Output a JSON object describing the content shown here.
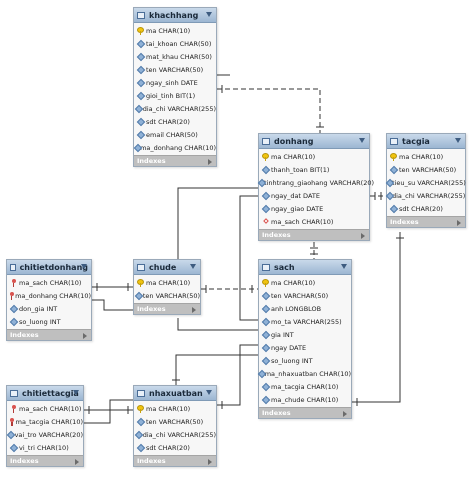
{
  "diagram": {
    "indexes_label": "Indexes",
    "tables": [
      {
        "id": "khachhang",
        "name": "khachhang",
        "columns": [
          {
            "label": "ma CHAR(10)",
            "key": "pk"
          },
          {
            "label": "tai_khoan CHAR(50)",
            "key": "col"
          },
          {
            "label": "mat_khau CHAR(50)",
            "key": "col"
          },
          {
            "label": "ten VARCHAR(50)",
            "key": "col"
          },
          {
            "label": "ngay_sinh DATE",
            "key": "col"
          },
          {
            "label": "gioi_tinh BIT(1)",
            "key": "col"
          },
          {
            "label": "dia_chi VARCHAR(255)",
            "key": "col"
          },
          {
            "label": "sdt CHAR(20)",
            "key": "col"
          },
          {
            "label": "email CHAR(50)",
            "key": "col"
          },
          {
            "label": "ma_donhang CHAR(10)",
            "key": "col"
          }
        ]
      },
      {
        "id": "donhang",
        "name": "donhang",
        "columns": [
          {
            "label": "ma CHAR(10)",
            "key": "pk"
          },
          {
            "label": "thanh_toan BIT(1)",
            "key": "col"
          },
          {
            "label": "tinhtrang_giaohang VARCHAR(20)",
            "key": "col"
          },
          {
            "label": "ngay_dat DATE",
            "key": "col"
          },
          {
            "label": "ngay_giao DATE",
            "key": "col"
          },
          {
            "label": "ma_sach CHAR(10)",
            "key": "fkd"
          }
        ]
      },
      {
        "id": "tacgia",
        "name": "tacgia",
        "columns": [
          {
            "label": "ma CHAR(10)",
            "key": "pk"
          },
          {
            "label": "ten VARCHAR(50)",
            "key": "col"
          },
          {
            "label": "tieu_su VARCHAR(255)",
            "key": "col"
          },
          {
            "label": "dia_chi VARCHAR(255)",
            "key": "col"
          },
          {
            "label": "sdt CHAR(20)",
            "key": "col"
          }
        ]
      },
      {
        "id": "chitietdonhang",
        "name": "chitietdonhang",
        "columns": [
          {
            "label": "ma_sach CHAR(10)",
            "key": "fk"
          },
          {
            "label": "ma_donhang CHAR(10)",
            "key": "fk"
          },
          {
            "label": "don_gia INT",
            "key": "col"
          },
          {
            "label": "so_luong INT",
            "key": "col"
          }
        ]
      },
      {
        "id": "chude",
        "name": "chude",
        "columns": [
          {
            "label": "ma CHAR(10)",
            "key": "pk"
          },
          {
            "label": "ten VARCHAR(50)",
            "key": "col"
          }
        ]
      },
      {
        "id": "sach",
        "name": "sach",
        "columns": [
          {
            "label": "ma CHAR(10)",
            "key": "pk"
          },
          {
            "label": "ten VARCHAR(50)",
            "key": "col"
          },
          {
            "label": "anh LONGBLOB",
            "key": "col"
          },
          {
            "label": "mo_ta VARCHAR(255)",
            "key": "col"
          },
          {
            "label": "gia INT",
            "key": "col"
          },
          {
            "label": "ngay DATE",
            "key": "col"
          },
          {
            "label": "so_luong INT",
            "key": "col"
          },
          {
            "label": "ma_nhaxuatban CHAR(10)",
            "key": "col"
          },
          {
            "label": "ma_tacgia CHAR(10)",
            "key": "col"
          },
          {
            "label": "ma_chude CHAR(10)",
            "key": "col"
          }
        ]
      },
      {
        "id": "chitiettacgia",
        "name": "chitiettacgia",
        "columns": [
          {
            "label": "ma_sach CHAR(10)",
            "key": "fk"
          },
          {
            "label": "ma_tacgia CHAR(10)",
            "key": "fk"
          },
          {
            "label": "vai_tro VARCHAR(20)",
            "key": "col"
          },
          {
            "label": "vi_tri CHAR(10)",
            "key": "col"
          }
        ]
      },
      {
        "id": "nhaxuatban",
        "name": "nhaxuatban",
        "columns": [
          {
            "label": "ma CHAR(10)",
            "key": "pk"
          },
          {
            "label": "ten VARCHAR(50)",
            "key": "col"
          },
          {
            "label": "dia_chi VARCHAR(255)",
            "key": "col"
          },
          {
            "label": "sdt CHAR(20)",
            "key": "col"
          }
        ]
      }
    ]
  }
}
